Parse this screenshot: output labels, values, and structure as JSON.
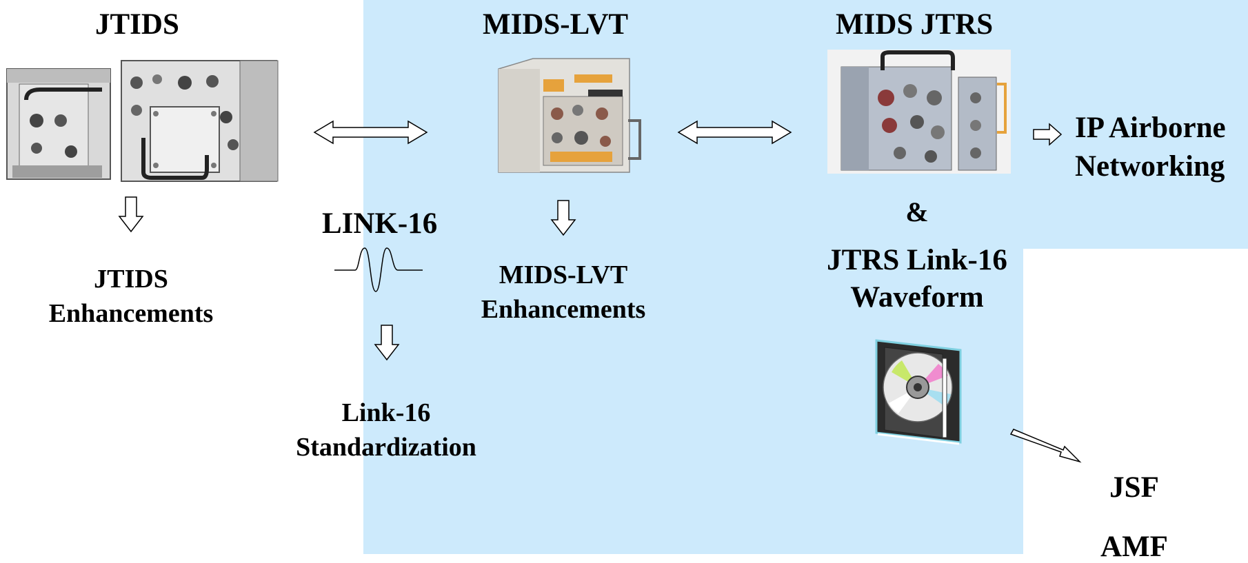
{
  "titles": {
    "jtids": "JTIDS",
    "mids_lvt": "MIDS-LVT",
    "mids_jtrs": "MIDS JTRS"
  },
  "link16": {
    "label": "LINK-16",
    "standardization_line1": "Link-16",
    "standardization_line2": "Standardization"
  },
  "jtids_enh": {
    "line1": "JTIDS",
    "line2": "Enhancements"
  },
  "lvt_enh": {
    "line1": "MIDS-LVT",
    "line2": "Enhancements"
  },
  "jtrs": {
    "ampersand": "&",
    "waveform_line1": "JTRS Link-16",
    "waveform_line2": "Waveform"
  },
  "ip": {
    "line1": "IP Airborne",
    "line2": "Networking"
  },
  "platforms": {
    "jsf": "JSF",
    "amf": "AMF"
  },
  "colors": {
    "highlight_bg": "#cdeafc"
  },
  "icons": {
    "jtids_terminal": "jtids-terminal-photo",
    "lvt_terminal": "mids-lvt-terminal-photo",
    "jtrs_terminal": "mids-jtrs-terminal-photo",
    "waveform": "software-cd-case-icon"
  }
}
